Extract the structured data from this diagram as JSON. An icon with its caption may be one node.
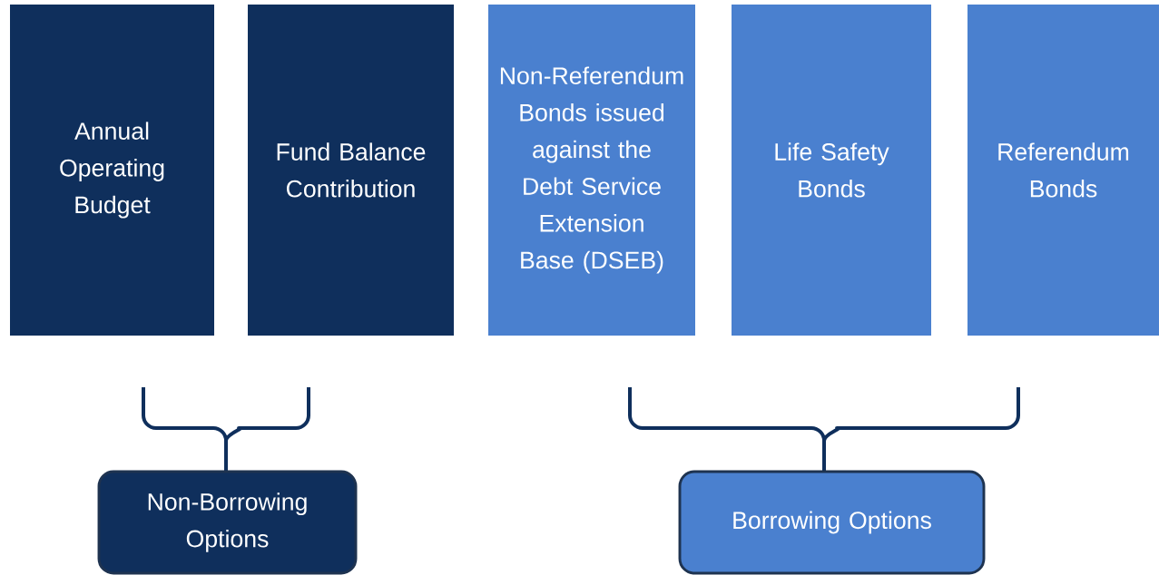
{
  "diagram": {
    "nodes": [
      {
        "text": [
          "Annual Operating Budget"
        ]
      },
      {
        "text": [
          "Fund Balance Contribution"
        ]
      },
      {
        "text": [
          "Non-Referendum Bonds issued against the Debt Service Extension Base (DSEB)"
        ]
      },
      {
        "text": [
          "Life Safety Bonds"
        ]
      },
      {
        "text": [
          "Referendum Bonds"
        ]
      },
      {
        "text": [
          "Non-Borrowing Options"
        ]
      },
      {
        "text": [
          "Borrowing Options"
        ]
      }
    ]
  }
}
